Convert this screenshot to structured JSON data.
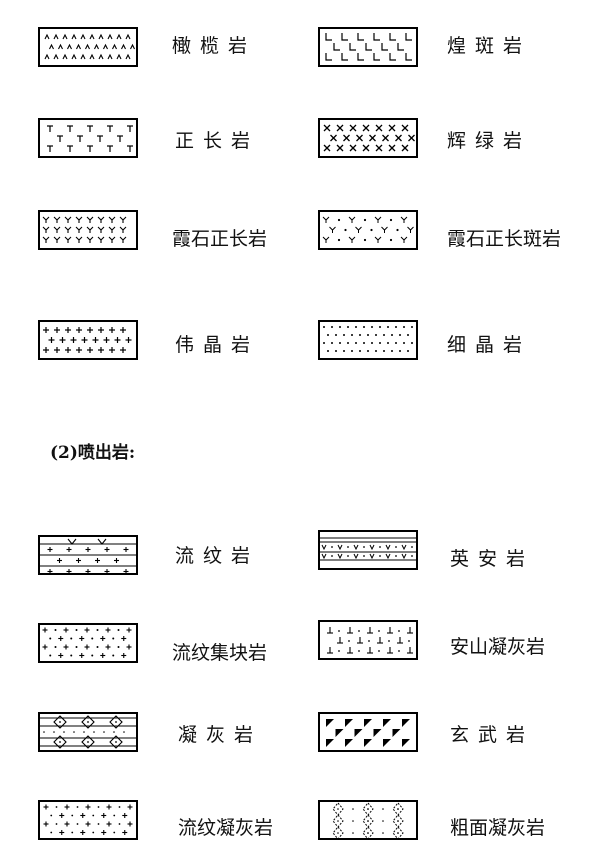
{
  "intrusive": [
    {
      "key": "olivine",
      "name": "橄榄岩"
    },
    {
      "key": "porphyry",
      "name": "煌斑岩"
    },
    {
      "key": "syenite",
      "name": "正长岩"
    },
    {
      "key": "diabase",
      "name": "辉绿岩"
    },
    {
      "key": "nepheline-syenite",
      "name": "霞石正长岩"
    },
    {
      "key": "nepheline-syenite-porphyry",
      "name": "霞石正长斑岩"
    },
    {
      "key": "pegmatite",
      "name": "伟晶岩"
    },
    {
      "key": "aplite",
      "name": "细晶岩"
    }
  ],
  "extrusive_heading": "(2)喷出岩:",
  "extrusive": [
    {
      "key": "rhyolite",
      "name": "流纹岩"
    },
    {
      "key": "dacite",
      "name": "英安岩"
    },
    {
      "key": "rhyolitic-agglomerate",
      "name": "流纹集块岩"
    },
    {
      "key": "andesitic-tuff",
      "name": "安山凝灰岩"
    },
    {
      "key": "tuff",
      "name": "凝灰岩"
    },
    {
      "key": "basalt",
      "name": "玄武岩"
    },
    {
      "key": "rhyolitic-tuff",
      "name": "流纹凝灰岩"
    },
    {
      "key": "trachytic-tuff",
      "name": "粗面凝灰岩"
    }
  ]
}
